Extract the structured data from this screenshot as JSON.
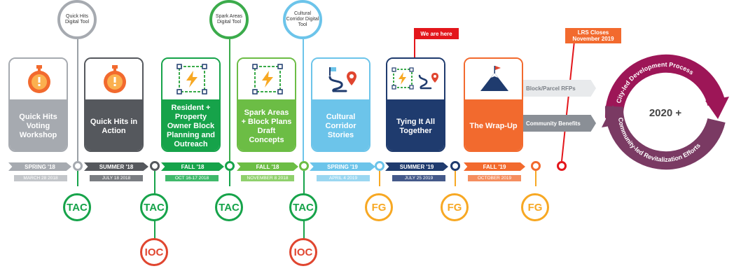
{
  "digital_tools": [
    {
      "label": "Quick Hits Digital Tool",
      "color": "#9aa0a6"
    },
    {
      "label": "Spark Areas Digital Tool",
      "color": "#3bab4b"
    },
    {
      "label": "Cultural Corridor Digital Tool",
      "color": "#6cc4ea"
    }
  ],
  "stages": [
    {
      "title": "Quick Hits Voting Workshop",
      "season": "SPRING '18",
      "date": "MARCH 28 2018",
      "color": "#a6aab0",
      "icon": "stopwatch-icon"
    },
    {
      "title": "Quick Hits in Action",
      "season": "SUMMER '18",
      "date": "JULY 18 2018",
      "color": "#55585d",
      "icon": "stopwatch-icon"
    },
    {
      "title": "Resident + Property Owner Block Planning and Outreach",
      "season": "FALL '18",
      "date": "OCT 16-17 2018",
      "color": "#16a34a",
      "icon": "block-plan-icon"
    },
    {
      "title": "Spark Areas + Block Plans Draft Concepts",
      "season": "FALL '18",
      "date": "NOVEMBER 8 2018",
      "color": "#6cbd45",
      "icon": "block-plan-icon"
    },
    {
      "title": "Cultural Corridor Stories",
      "season": "SPRING '19",
      "date": "APRIL 4 2019",
      "color": "#6cc4ea",
      "icon": "route-pin-icon"
    },
    {
      "title": "Tying It All Together",
      "season": "SUMMER '19",
      "date": "JULY 25 2019",
      "color": "#1f3b6e",
      "icon": "block-route-icon"
    },
    {
      "title": "The Wrap-Up",
      "season": "FALL '19",
      "date": "OCTOBER 2019",
      "color": "#f26a2e",
      "icon": "mountain-flag-icon"
    }
  ],
  "flags": {
    "current": "We are here",
    "lrs_closes": "LRS Closes November 2019"
  },
  "badges": {
    "tac": "TAC",
    "ioc": "IOC",
    "fg": "FG"
  },
  "outcomes": {
    "rfps": "Block/Parcel RFPs",
    "benefits": "Community Benefits"
  },
  "cycle": {
    "center": "2020 +",
    "top_arc": "City-led Development Process",
    "bottom_arc": "Community-led Revitalization Efforts",
    "color_top": "#9d1657",
    "color_bottom": "#7a3a63"
  },
  "colors": {
    "tac": "#16a34a",
    "ioc": "#e0452f",
    "fg": "#f7a823",
    "red_flag": "#e3161b"
  }
}
